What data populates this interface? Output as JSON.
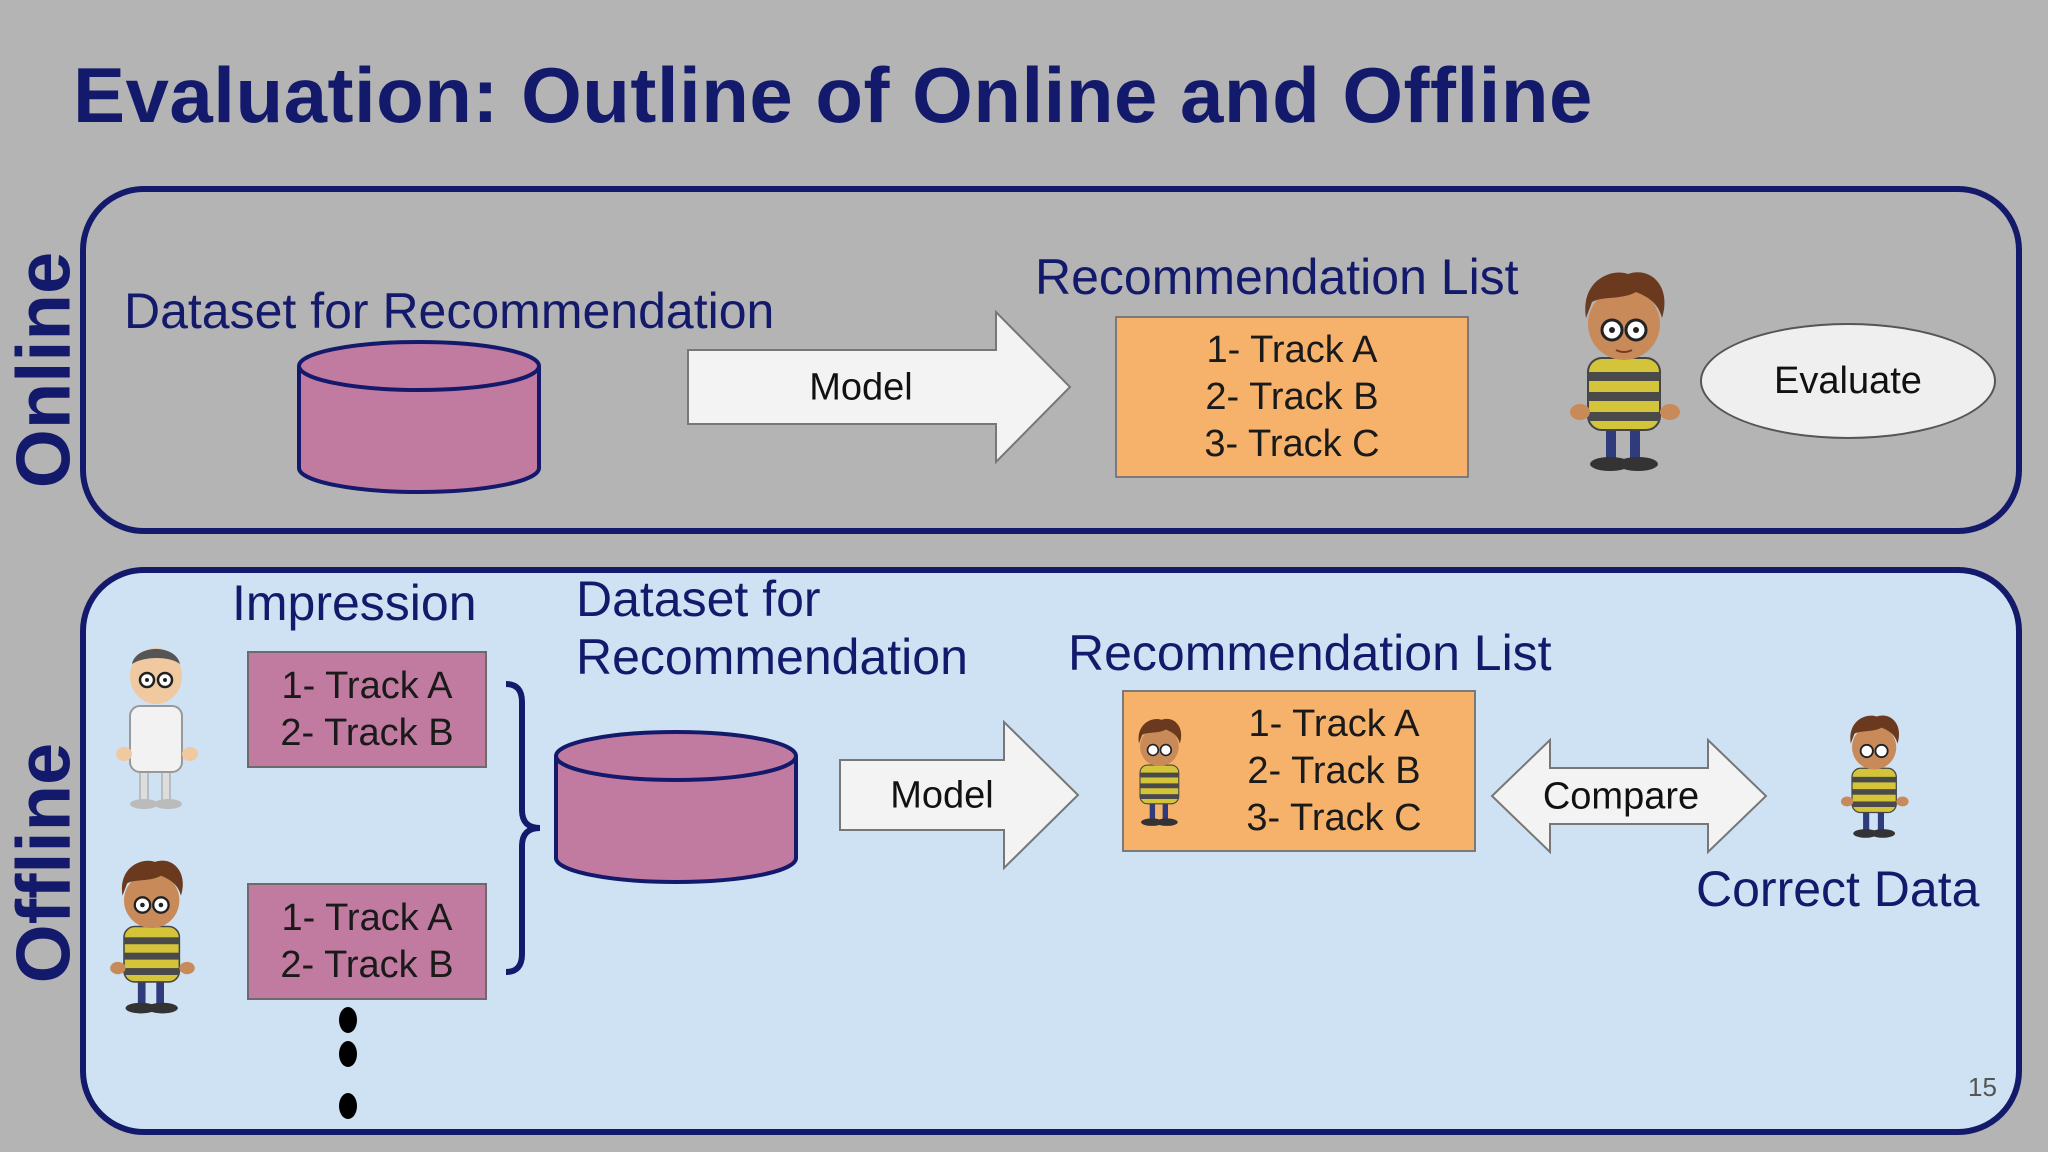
{
  "title": "Evaluation: Outline of Online and Offline",
  "online": {
    "section_label": "Online",
    "dataset_label": "Dataset for Recommendation",
    "model_label": "Model",
    "rec_list_label": "Recommendation List",
    "rec_items": [
      "1- Track A",
      "2- Track B",
      "3- Track C"
    ],
    "evaluate_label": "Evaluate"
  },
  "offline": {
    "section_label": "Offline",
    "impression_label": "Impression",
    "impressions": [
      {
        "items": [
          "1- Track A",
          "2- Track B"
        ]
      },
      {
        "items": [
          "1- Track A",
          "2- Track B"
        ]
      }
    ],
    "dataset_label_line1": "Dataset for",
    "dataset_label_line2": "Recommendation",
    "model_label": "Model",
    "rec_list_label": "Recommendation List",
    "rec_items": [
      "1- Track A",
      "2- Track B",
      "3- Track C"
    ],
    "compare_label": "Compare",
    "correct_data_label": "Correct Data"
  },
  "page_number": "15",
  "colors": {
    "title": "#141a6b",
    "panel_border": "#141a6b",
    "offline_background": "#cfe2f3",
    "database_fill": "#c27ba0",
    "rec_list_fill": "#f6b26b",
    "arrow_fill": "#f3f3f3"
  }
}
